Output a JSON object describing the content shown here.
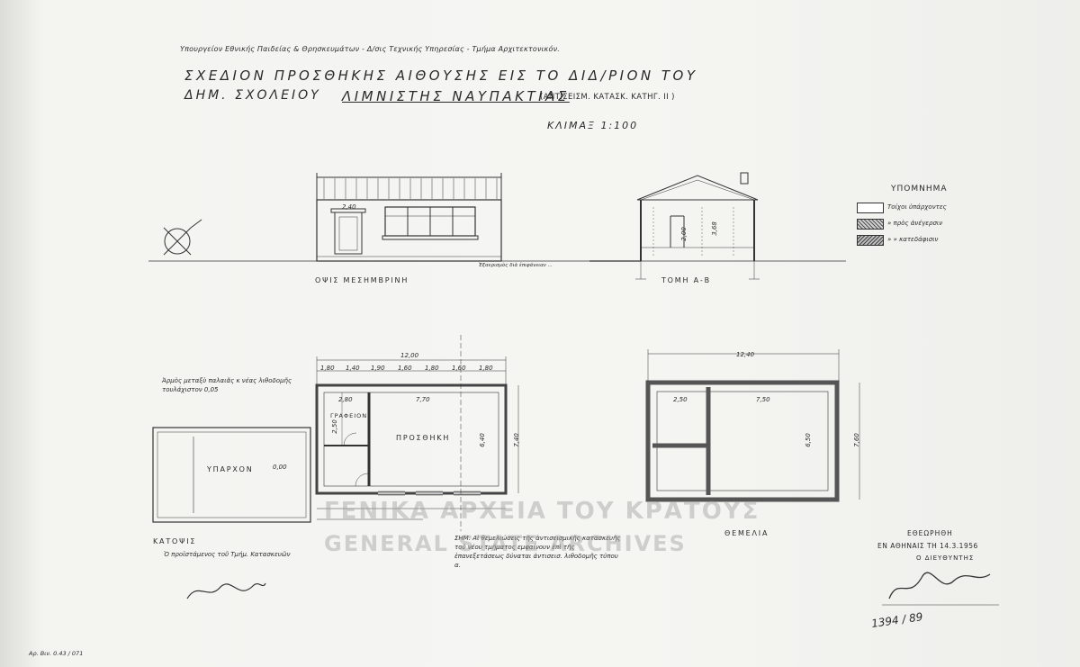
{
  "header": {
    "ministry": "Υπουργείον Εθνικής Παιδείας & Θρησκευμάτων - Δ/σις Τεχνικής Υπηρεσίας - Τμήμα Αρχιτεκτονικόν.",
    "title_line1": "ΣΧΕΔΙΟΝ ΠΡΟΣΘΗΚΗΣ ΑΙΘΟΥΣΗΣ ΕΙΣ ΤΟ ΔΙΔ/ΡΙΟΝ ΤΟΥ",
    "title_line2_prefix": "ΔΗΜ. ΣΧΟΛΕΙΟΥ",
    "title_line2_place": "ΛΙΜΝΙΣΤΗΣ ΝΑΥΠΑΚΤΙΑΣ",
    "title_line2_note": "(ΑΝΤΙΣΕΙΣΜ. ΚΑΤΑΣΚ. ΚΑΤΗΓ. ΙΙ )",
    "scale": "ΚΛΙΜΑΞ 1:100"
  },
  "legend": {
    "title": "ΥΠΟΜΝΗΜΑ",
    "items": [
      {
        "text": "Τοίχοι ὑπάρχοντες"
      },
      {
        "text": "» πρὸς ἀνέγερσιν"
      },
      {
        "text": "» » κατεδάφισιν"
      }
    ]
  },
  "views": {
    "elevation": "ΟΨΙΣ ΜΕΣΗΜΒΡΙΝΗ",
    "section": "ΤΟΜΗ Α-Β",
    "plan": "ΚΑΤΟΨΙΣ",
    "foundation": "ΘΕΜΕΛΙΑ"
  },
  "rooms": {
    "existing": "ΥΠΑΡΧΟΝ",
    "office": "ΓΡΑΦΕΙΟΝ",
    "addition": "ΠΡΟΣΘΗΚΗ"
  },
  "dimensions": {
    "plan_total": "12,00",
    "plan_segments": [
      "1,80",
      "1,40",
      "1,90",
      "1,60",
      "1,80",
      "1,60",
      "1,80"
    ],
    "plan_inner_width": "7,70",
    "plan_height": "7,40",
    "plan_inner_height": "6,40",
    "office_width": "2,80",
    "office_height": "2,50",
    "existing_level": "0,00",
    "foundation_total": "12,40",
    "foundation_inner_a": "2,50",
    "foundation_inner_b": "7,50",
    "foundation_height": "7,60",
    "foundation_inner_h": "6,50",
    "elev_window": "2,40",
    "section_h1": "3,68",
    "section_h2": "2,00"
  },
  "notes": {
    "joint": "Ἁρμὸς μεταξὺ παλαιᾶς κ νέας λιθοδομῆς τουλάχιστον 0,05",
    "elev_note": "Ἐξαερισμὸς διὰ ἐπιφάνειαν ... ",
    "foundation_note": "ΣΗΜ. Αἱ θεμελιώσεις τῆς ἀντισεισμικῆς κατασκευῆς τοῦ νέου τμήματος εμφαίνουν ἐπὶ τῆς ἐπανεξετάσεως δύναται ἀντισεισ. λιθοδομῆς τύπου α.",
    "foreman": "Ὁ προϊστάμενος τοῦ Τμήμ. Κατασκευῶν",
    "approved": "ΕΘΕΩΡΗΘΗ",
    "approved_place": "ΕΝ ΑΘΗΝΑΙΣ ΤΗ 14.3.1956",
    "director": "Ο ΔΙΕΥΘΥΝΤΗΣ",
    "archive_no": "1394 / 89",
    "ref": "Αρ. Βιν. 0.43 / 071"
  },
  "watermark": {
    "greek": "ΓΕΝΙΚΑ ΑΡΧΕΙΑ ΤΟΥ ΚΡΑΤΟΥΣ",
    "english": "GENERAL STATE ARCHIVES"
  }
}
